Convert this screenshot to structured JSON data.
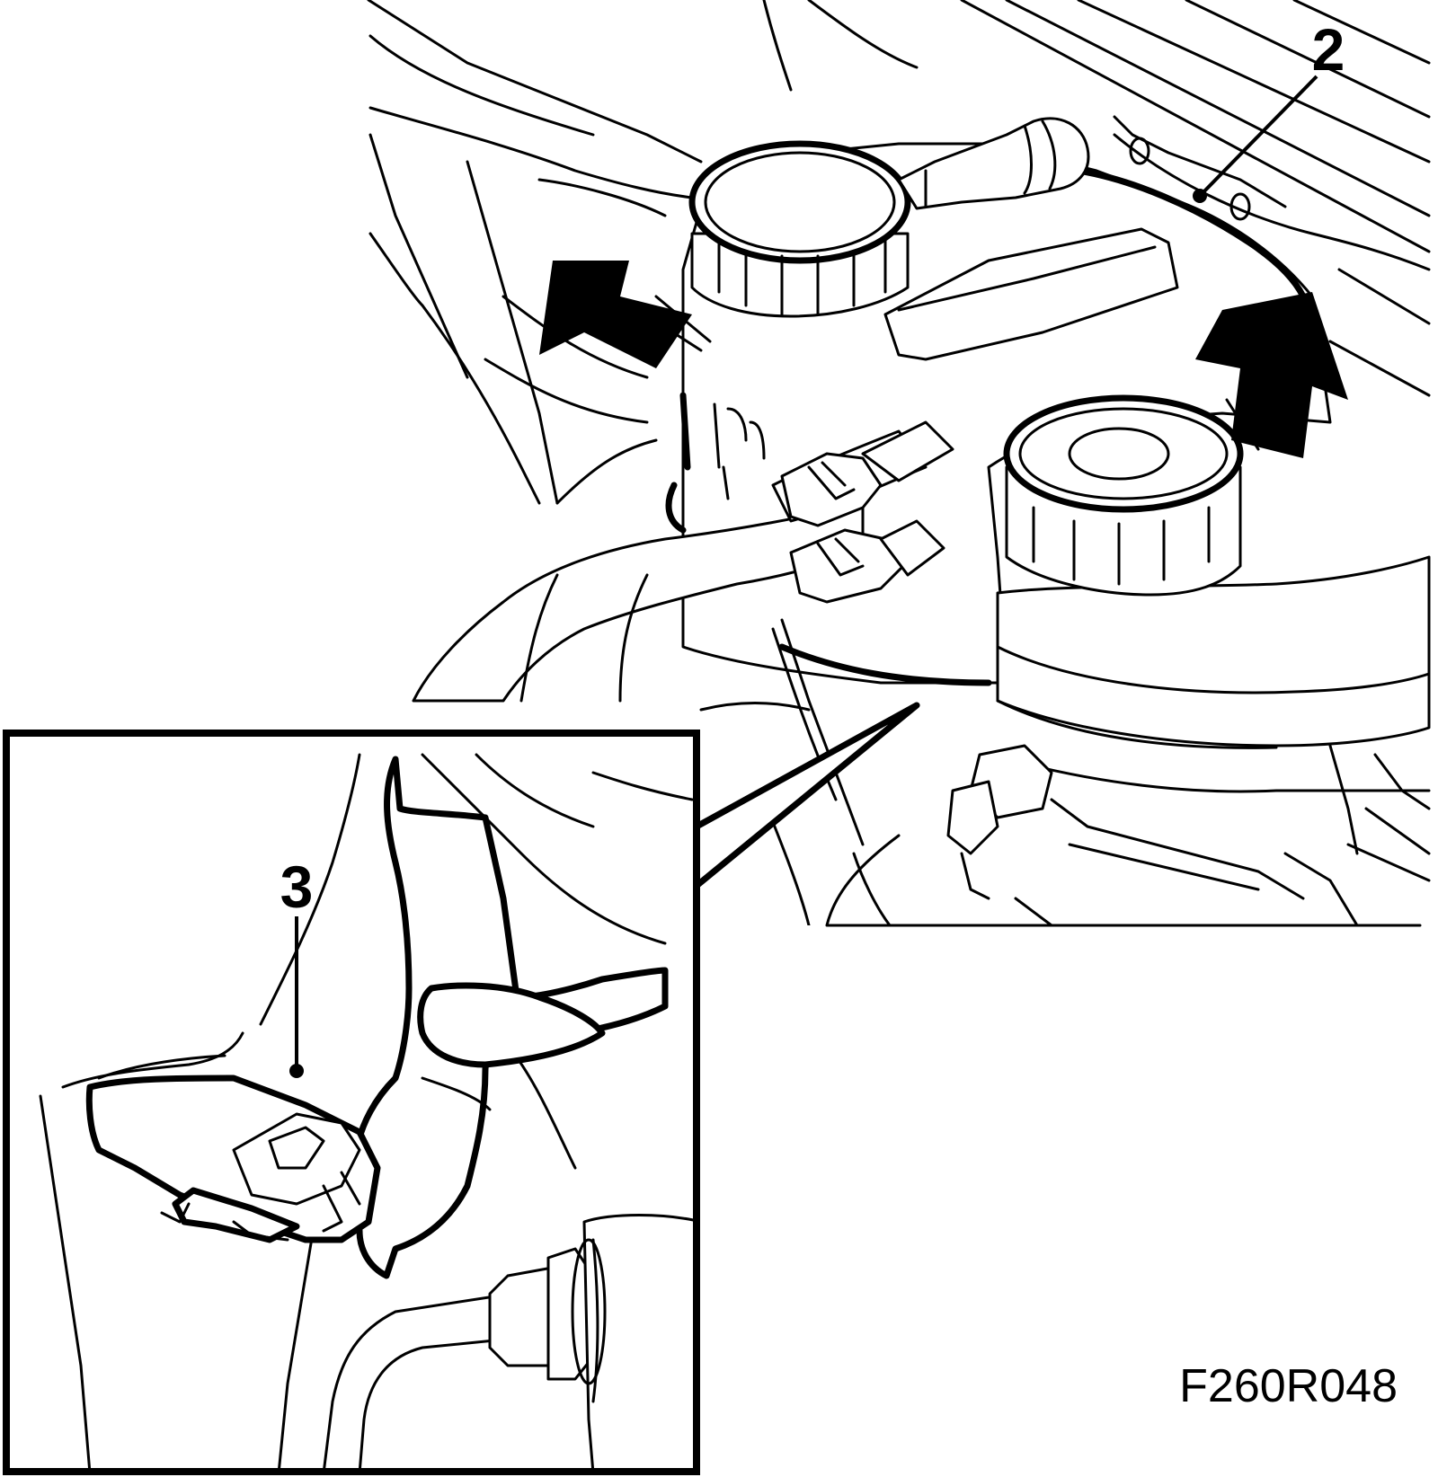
{
  "callouts": {
    "item2": "2",
    "item3": "3"
  },
  "figure_id": "F260R048",
  "colors": {
    "line": "#000000",
    "background": "#ffffff"
  }
}
